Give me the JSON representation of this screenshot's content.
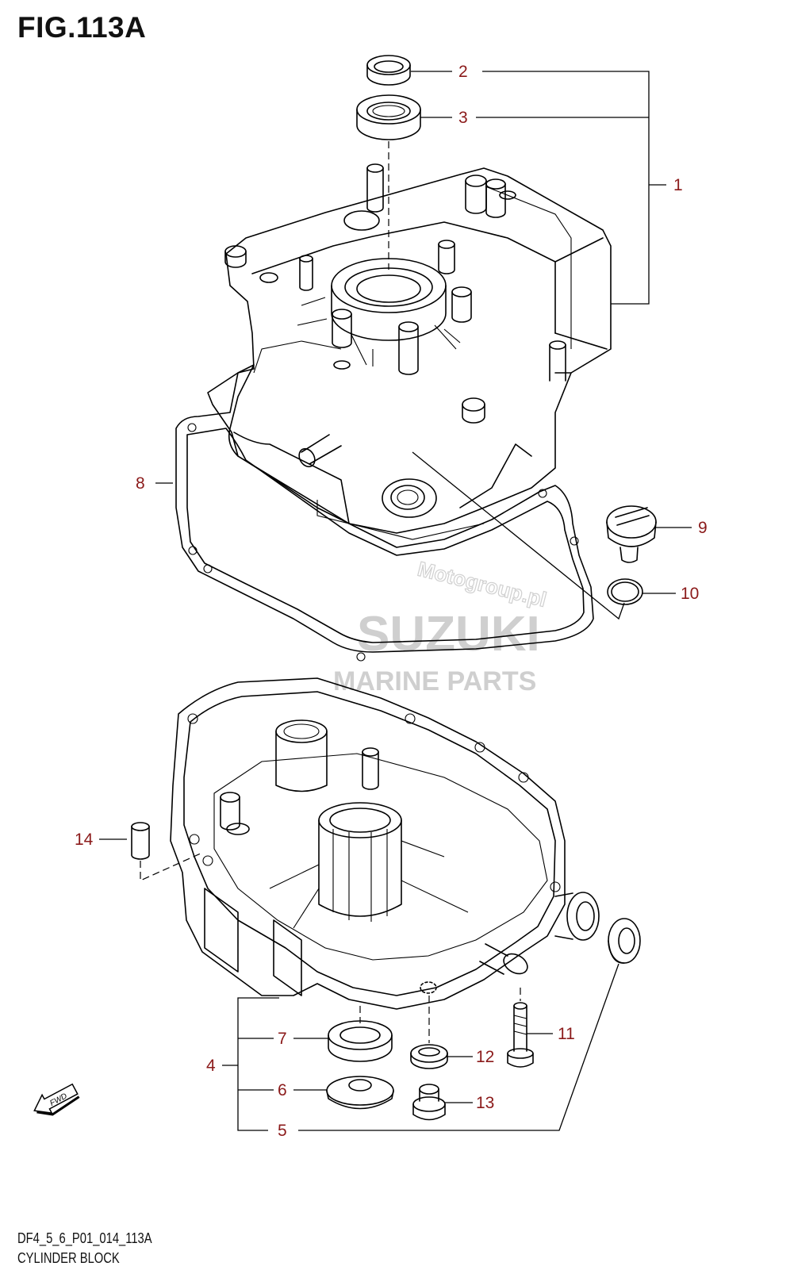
{
  "figure": {
    "title": "FIG.113A",
    "code": "DF4_5_6_P01_014_113A",
    "name": "CYLINDER BLOCK"
  },
  "callouts": [
    {
      "id": "1",
      "label": "1"
    },
    {
      "id": "2",
      "label": "2"
    },
    {
      "id": "3",
      "label": "3"
    },
    {
      "id": "4",
      "label": "4"
    },
    {
      "id": "5",
      "label": "5"
    },
    {
      "id": "6",
      "label": "6"
    },
    {
      "id": "7",
      "label": "7"
    },
    {
      "id": "8",
      "label": "8"
    },
    {
      "id": "9",
      "label": "9"
    },
    {
      "id": "10",
      "label": "10"
    },
    {
      "id": "11",
      "label": "11"
    },
    {
      "id": "12",
      "label": "12"
    },
    {
      "id": "13",
      "label": "13"
    },
    {
      "id": "14",
      "label": "14"
    }
  ],
  "watermark": {
    "brand": "SUZUKI",
    "sub": "MARINE PARTS",
    "site": "Motogroup.pl"
  },
  "arrow_label": "FWD",
  "colors": {
    "callout_text": "#8b1a1a",
    "line": "#000000",
    "watermark": "#cfcfcf"
  }
}
